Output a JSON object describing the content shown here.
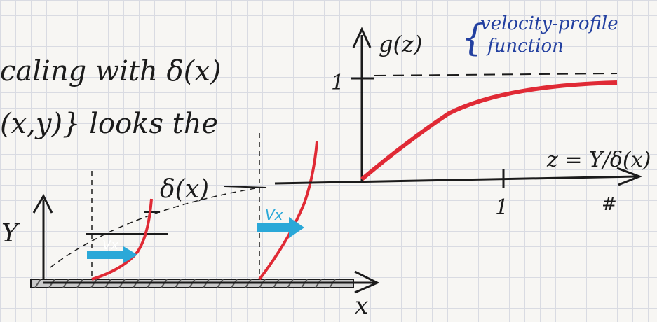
{
  "notes": {
    "line1": "caling with δ(x)",
    "line2": "(x,y)} looks the"
  },
  "annotation": {
    "brace": "{",
    "line1": "velocity-profile",
    "line2": "function"
  },
  "left_diagram": {
    "y_axis_label": "Y",
    "x_axis_label": "x",
    "delta_label": "δ(x)",
    "velocity_label_1": "Vx",
    "velocity_label_2": "Vx"
  },
  "right_diagram": {
    "y_axis_label": "g(z)",
    "x_axis_label": "z = Y/δ(x)",
    "tick_y": "1",
    "tick_x": "1",
    "extra_mark": "#"
  },
  "colors": {
    "ink": "#1b1b1b",
    "profile_red": "#e02a35",
    "velocity_blue": "#2aa8d8",
    "annotation_blue": "#2340a0",
    "grid": "#d9dbe2",
    "wall_hatch": "#555555"
  }
}
